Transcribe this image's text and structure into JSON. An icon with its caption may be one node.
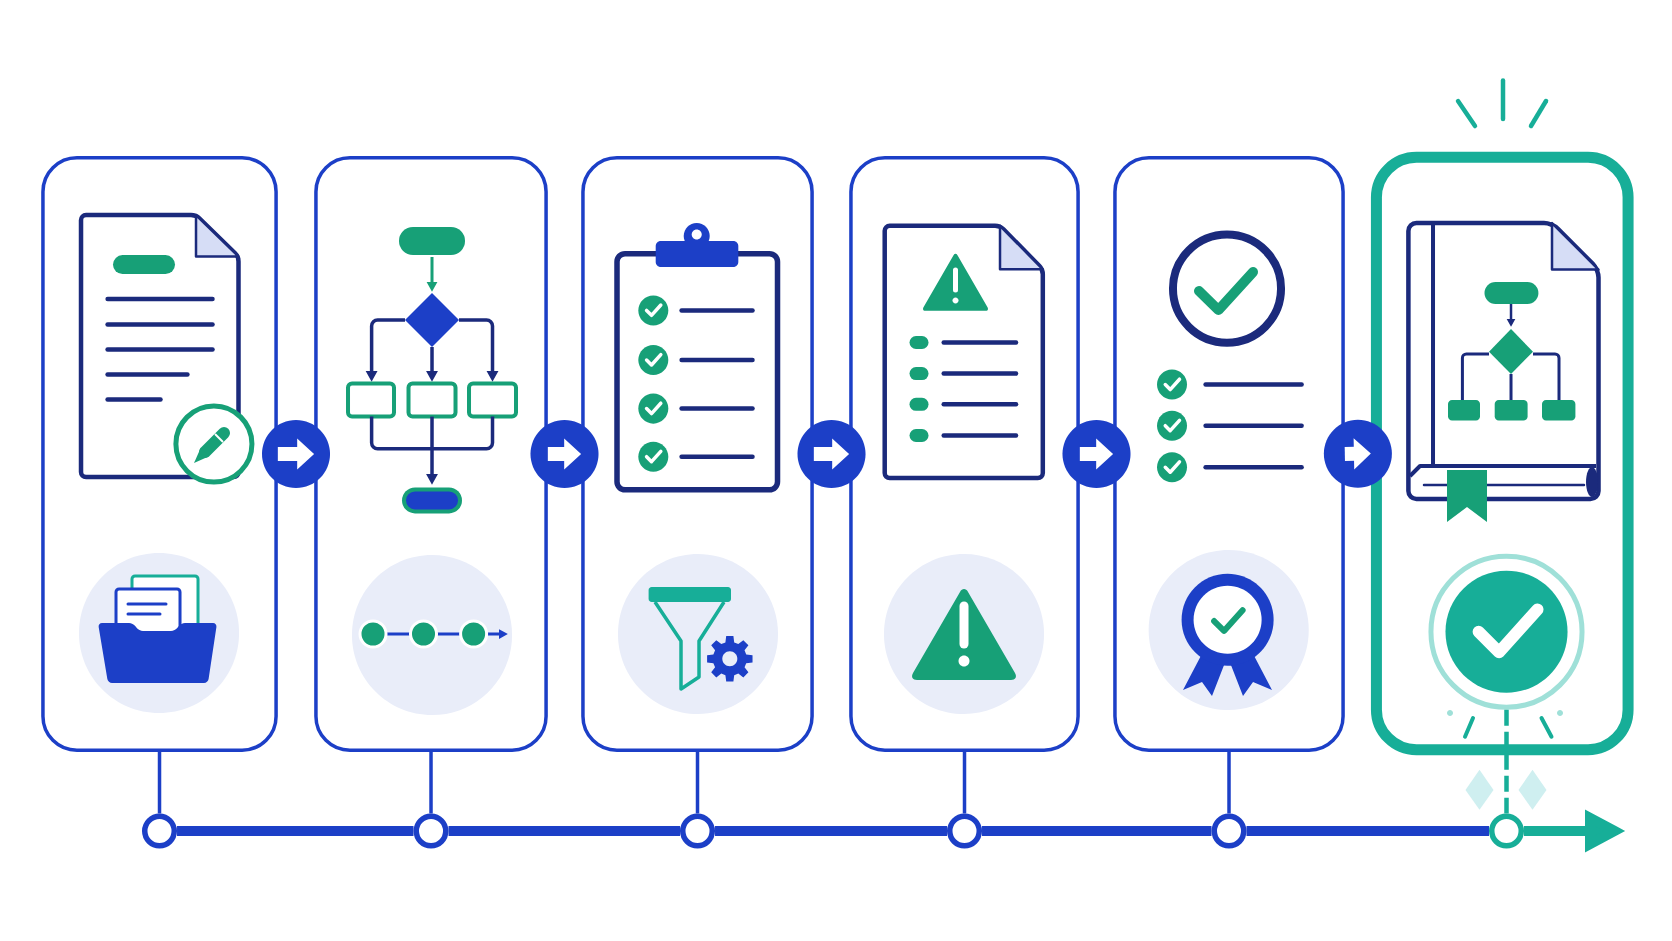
{
  "diagram": {
    "nodes": [
      {
        "text": [],
        "shape": "box"
      },
      {
        "text": [],
        "shape": "box"
      },
      {
        "text": [],
        "shape": "box"
      },
      {
        "text": [],
        "shape": "box"
      },
      {
        "text": [],
        "shape": "box"
      },
      {
        "text": [],
        "shape": "box"
      },
      {
        "text": [],
        "shape": "circle",
        "in": 5
      },
      {
        "text": [],
        "shape": "circle"
      },
      {
        "text": [],
        "shape": "circle"
      },
      {
        "text": [],
        "shape": "circle"
      },
      {
        "text": [],
        "shape": "circle"
      },
      {
        "text": [],
        "shape": "circle"
      },
      {
        "text": [],
        "shape": "circle"
      }
    ],
    "edges": [
      {
        "from": 0,
        "to": 1,
        "arrow": "to",
        "color": "#ffffff"
      },
      {
        "from": 1,
        "to": 2,
        "arrow": "to",
        "color": "#ffffff"
      },
      {
        "from": 2,
        "to": 3,
        "arrow": "to",
        "color": "#ffffff"
      },
      {
        "from": 3,
        "to": 4,
        "arrow": "to",
        "color": "#ffffff"
      },
      {
        "from": 4,
        "to": 5,
        "arrow": "to",
        "color": "#ffffff"
      },
      {
        "from": 0,
        "to": 7,
        "arrow": "none"
      },
      {
        "from": 1,
        "to": 8,
        "arrow": "none"
      },
      {
        "from": 2,
        "to": 9,
        "arrow": "none"
      },
      {
        "from": 3,
        "to": 10,
        "arrow": "none"
      },
      {
        "from": 4,
        "to": 11,
        "arrow": "none"
      },
      {
        "from": 6,
        "to": 12,
        "arrow": "none",
        "style": "dashed",
        "color": "#17ae98"
      },
      {
        "from": 7,
        "to": 8,
        "arrow": "none"
      },
      {
        "from": 8,
        "to": 9,
        "arrow": "none"
      },
      {
        "from": 9,
        "to": 10,
        "arrow": "none"
      },
      {
        "from": 10,
        "to": 11,
        "arrow": "none"
      },
      {
        "from": 11,
        "to": 12,
        "arrow": "none"
      },
      {
        "from": 12,
        "to": null,
        "arrow": "to",
        "color": "#17ae98"
      }
    ]
  }
}
